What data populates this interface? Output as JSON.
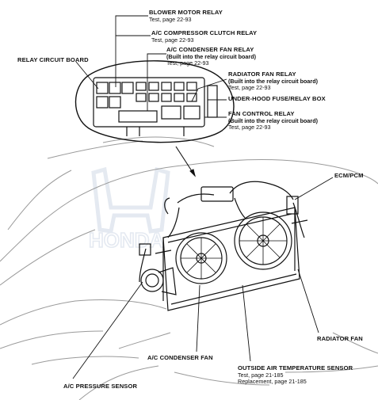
{
  "callouts": {
    "blower_motor_relay": {
      "title": "BLOWER MOTOR RELAY",
      "sub": "Test, page 22-93"
    },
    "ac_compressor_clutch_relay": {
      "title": "A/C COMPRESSOR CLUTCH RELAY",
      "sub": "Test, page 22-93"
    },
    "ac_condenser_fan_relay": {
      "title": "A/C CONDENSER FAN RELAY",
      "note": "(Built into the relay circuit board)",
      "sub": "Test, page 22-93"
    },
    "relay_circuit_board": {
      "title": "RELAY CIRCUIT BOARD"
    },
    "radiator_fan_relay": {
      "title": "RADIATOR FAN RELAY",
      "note": "(Built into the relay circuit board)",
      "sub": "Test, page 22-93"
    },
    "under_hood_box": {
      "title": "UNDER-HOOD FUSE/RELAY BOX"
    },
    "fan_control_relay": {
      "title": "FAN CONTROL RELAY",
      "note": "(Built into the relay circuit board)",
      "sub": "Test, page 22-93"
    },
    "ecm_pcm": {
      "title": "ECM/PCM"
    },
    "radiator_fan": {
      "title": "RADIATOR FAN"
    },
    "ac_condenser_fan": {
      "title": "A/C CONDENSER FAN"
    },
    "outside_air_temp_sensor": {
      "title": "OUTSIDE AIR TEMPERATURE SENSOR",
      "sub1": "Test, page 21-185",
      "sub2": "Replacement, page 21-185"
    },
    "ac_pressure_sensor": {
      "title": "A/C PRESSURE SENSOR"
    }
  },
  "watermark": {
    "brand": "HONDA"
  },
  "colors": {
    "ink": "#111111",
    "watermark": "#cfd8e6"
  }
}
